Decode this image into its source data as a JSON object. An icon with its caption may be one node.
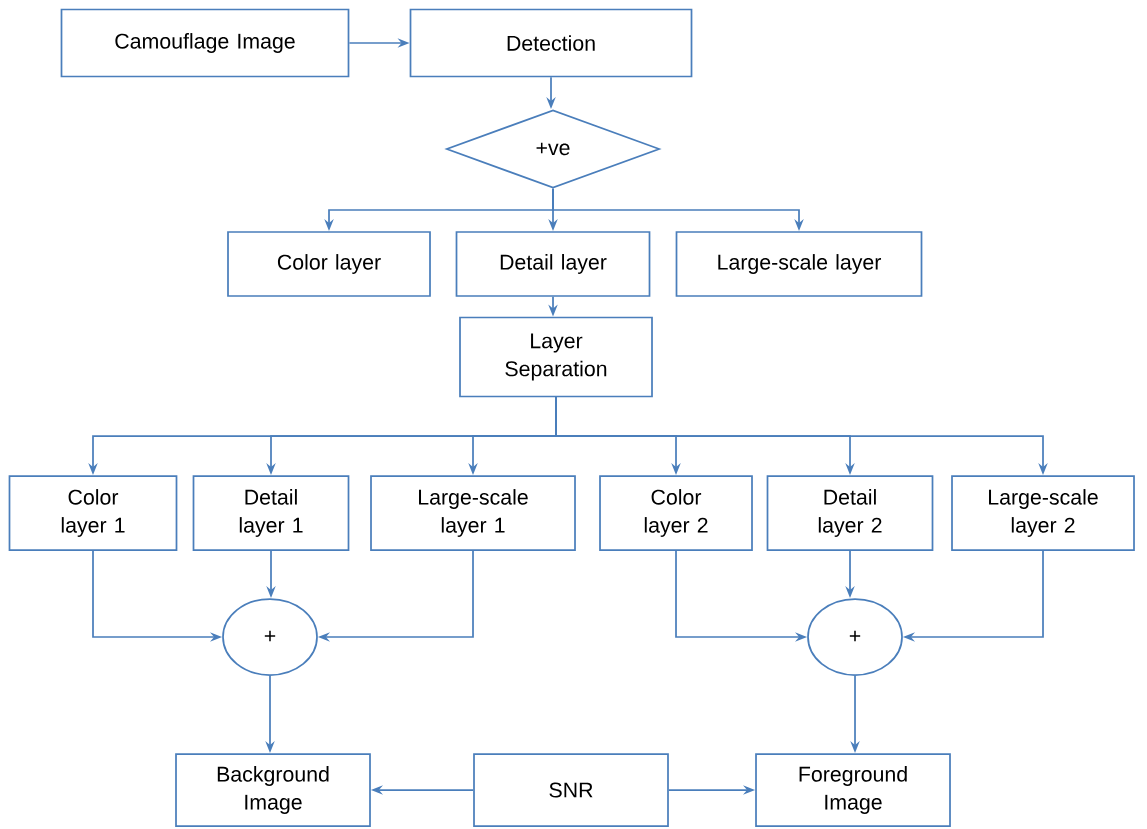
{
  "diagram": {
    "nodes": [
      {
        "text": [
          "Camouflage Image"
        ]
      },
      {
        "text": [
          "Detection"
        ]
      },
      {
        "text": [
          "+ve"
        ]
      },
      {
        "text": [
          "Color layer"
        ]
      },
      {
        "text": [
          "Detail layer"
        ]
      },
      {
        "text": [
          "Large-scale layer"
        ]
      },
      {
        "text": [
          "Layer Separation"
        ]
      },
      {
        "text": [
          "Color layer 1"
        ]
      },
      {
        "text": [
          "Detail layer 1"
        ]
      },
      {
        "text": [
          "Large-scale layer 1"
        ]
      },
      {
        "text": [
          "Color layer 2"
        ]
      },
      {
        "text": [
          "Detail layer 2"
        ]
      },
      {
        "text": [
          "Large-scale layer 2"
        ]
      },
      {
        "text": [
          "+"
        ]
      },
      {
        "text": [
          "+"
        ]
      },
      {
        "text": [
          "Background Image"
        ]
      },
      {
        "text": [
          "SNR"
        ]
      },
      {
        "text": [
          "Foreground Image"
        ]
      }
    ],
    "edges": [
      {
        "from": 0,
        "to": 1,
        "arrow": "to"
      },
      {
        "from": 1,
        "to": 2,
        "arrow": "to"
      },
      {
        "from": 2,
        "to": 3,
        "arrow": "to"
      },
      {
        "from": 2,
        "to": 4,
        "arrow": "to"
      },
      {
        "from": 2,
        "to": 5,
        "arrow": "to"
      },
      {
        "from": 4,
        "to": 6,
        "arrow": "to"
      },
      {
        "from": 6,
        "to": 7,
        "arrow": "to"
      },
      {
        "from": 6,
        "to": 8,
        "arrow": "to"
      },
      {
        "from": 6,
        "to": 9,
        "arrow": "to"
      },
      {
        "from": 6,
        "to": 10,
        "arrow": "to"
      },
      {
        "from": 6,
        "to": 11,
        "arrow": "to"
      },
      {
        "from": 6,
        "to": 12,
        "arrow": "to"
      },
      {
        "from": 7,
        "to": 13,
        "arrow": "to"
      },
      {
        "from": 8,
        "to": 13,
        "arrow": "to"
      },
      {
        "from": 9,
        "to": 13,
        "arrow": "to"
      },
      {
        "from": 10,
        "to": 14,
        "arrow": "to"
      },
      {
        "from": 11,
        "to": 14,
        "arrow": "to"
      },
      {
        "from": 12,
        "to": 14,
        "arrow": "to"
      },
      {
        "from": 13,
        "to": 15,
        "arrow": "to"
      },
      {
        "from": 14,
        "to": 17,
        "arrow": "to"
      },
      {
        "from": 16,
        "to": 15,
        "arrow": "to"
      },
      {
        "from": 16,
        "to": 17,
        "arrow": "to"
      }
    ]
  }
}
